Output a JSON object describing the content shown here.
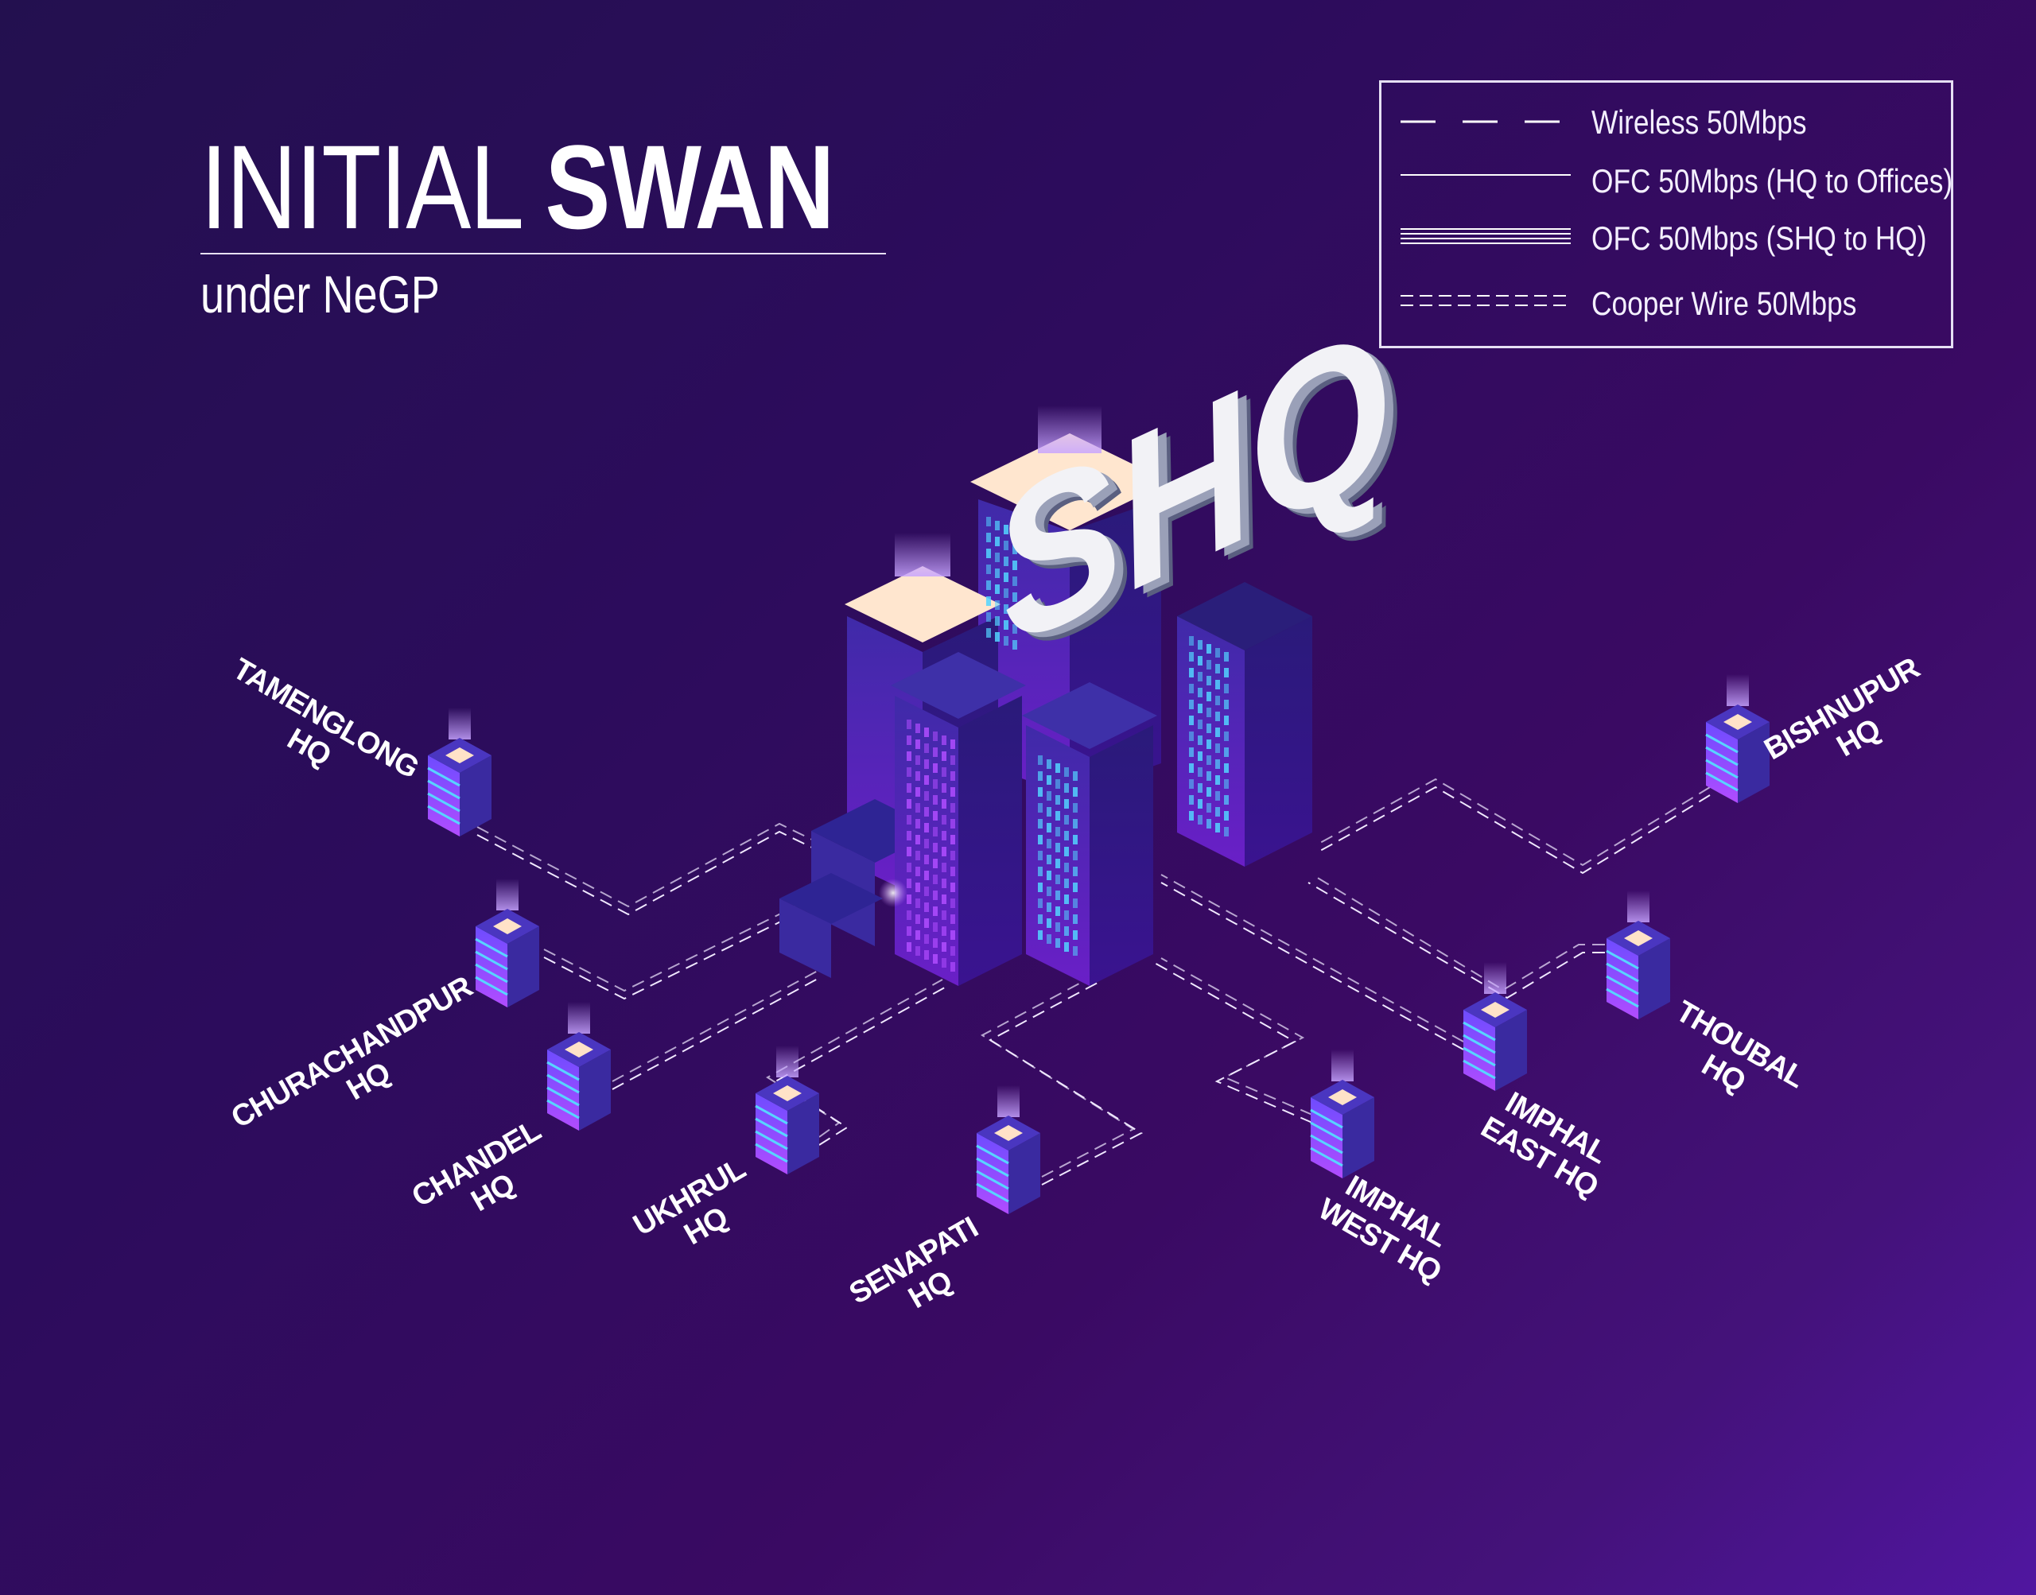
{
  "title": {
    "light": "INITIAL",
    "bold": "SWAN",
    "subtitle": "under NeGP"
  },
  "legend": [
    {
      "id": "wireless",
      "label": "Wireless 50Mbps",
      "style": "long-dash"
    },
    {
      "id": "ofc-hq-offices",
      "label": "OFC 50Mbps (HQ to Offices)",
      "style": "thin-solid"
    },
    {
      "id": "ofc-shq-hq",
      "label": "OFC 50Mbps (SHQ to HQ)",
      "style": "multi-line"
    },
    {
      "id": "cooper",
      "label": "Cooper Wire 50Mbps",
      "style": "double-dashed"
    }
  ],
  "hub": {
    "label": "SHQ"
  },
  "nodes": [
    {
      "id": "tamenglong",
      "lines": [
        "TAMENGLONG",
        "HQ"
      ]
    },
    {
      "id": "churachandpur",
      "lines": [
        "CHURACHANDPUR",
        "HQ"
      ]
    },
    {
      "id": "chandel",
      "lines": [
        "CHANDEL",
        "HQ"
      ]
    },
    {
      "id": "ukhrul",
      "lines": [
        "UKHRUL",
        "HQ"
      ]
    },
    {
      "id": "senapati",
      "lines": [
        "SENAPATI",
        "HQ"
      ]
    },
    {
      "id": "imphal-west",
      "lines": [
        "IMPHAL",
        "WEST HQ"
      ]
    },
    {
      "id": "imphal-east",
      "lines": [
        "IMPHAL",
        "EAST HQ"
      ]
    },
    {
      "id": "thoubal",
      "lines": [
        "THOUBAL",
        "HQ"
      ]
    },
    {
      "id": "bishnupur",
      "lines": [
        "BISHNUPUR",
        "HQ"
      ]
    }
  ],
  "colors": {
    "background": "#2c0c5c",
    "building_top": "#ffe2c8",
    "window_cyan": "#52d4ff",
    "window_violet": "#b04cff",
    "line": "#f0e8ff"
  }
}
